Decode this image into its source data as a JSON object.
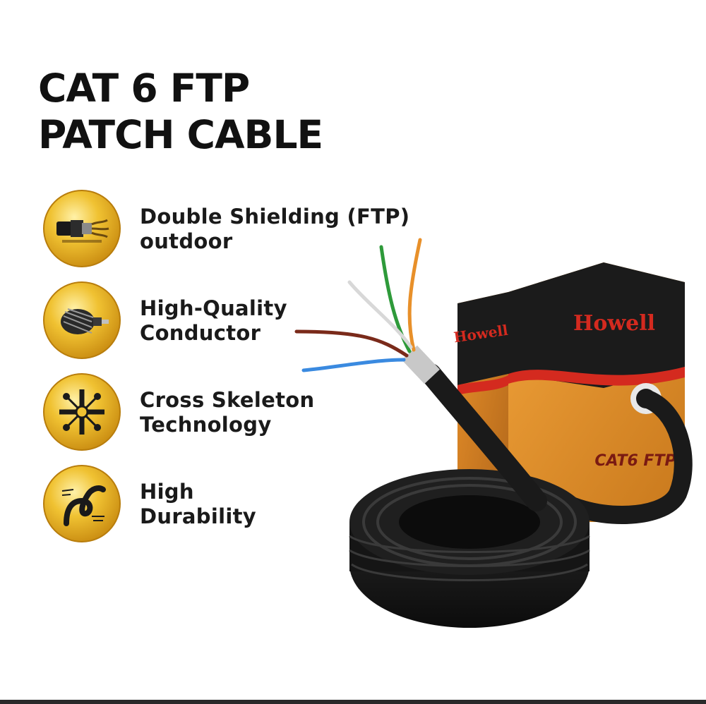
{
  "title": {
    "line1": "CAT 6 FTP",
    "line2": "PATCH CABLE"
  },
  "features": [
    {
      "icon": "shielded-cable-icon",
      "line1": "Double Shielding (FTP)",
      "line2": "outdoor"
    },
    {
      "icon": "conductor-icon",
      "line1": "High-Quality",
      "line2": "Conductor"
    },
    {
      "icon": "cross-skeleton-icon",
      "line1": "Cross Skeleton",
      "line2": "Technology"
    },
    {
      "icon": "durability-icon",
      "line1": "High",
      "line2": "Durability"
    }
  ],
  "product": {
    "brand": "Howell",
    "box_label": "CAT6 FTP"
  },
  "colors": {
    "title": "#111111",
    "coin_gold": "#e9b92a",
    "box_orange": "#e8902a",
    "box_black": "#1b1b1b",
    "brand_red": "#d42a1f",
    "cable_black": "#1a1a1a"
  }
}
